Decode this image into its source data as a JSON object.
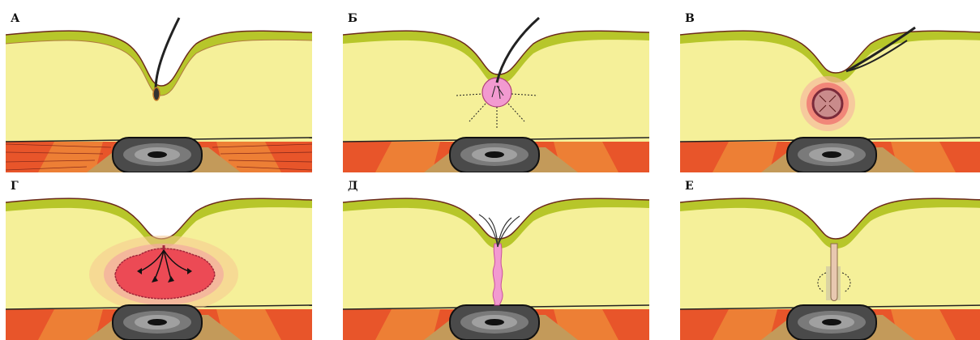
{
  "panels": [
    {
      "label": "А",
      "stage": "hair-ingrowth"
    },
    {
      "label": "Б",
      "stage": "inflammation-spread"
    },
    {
      "label": "В",
      "stage": "abscess-forming"
    },
    {
      "label": "Г",
      "stage": "abscess-drainage"
    },
    {
      "label": "Д",
      "stage": "sinus-tract"
    },
    {
      "label": "Е",
      "stage": "healing"
    }
  ],
  "colors": {
    "fat": "#f5f099",
    "skin": "#b7c62a",
    "skin_edge": "#6b2a1c",
    "muscle": "#e8552a",
    "muscle_light": "#f0913a",
    "bone_base": "#c39a5a",
    "bone": "#4a4a4a",
    "pink": "#f29ad0",
    "red": "#e8333c"
  }
}
